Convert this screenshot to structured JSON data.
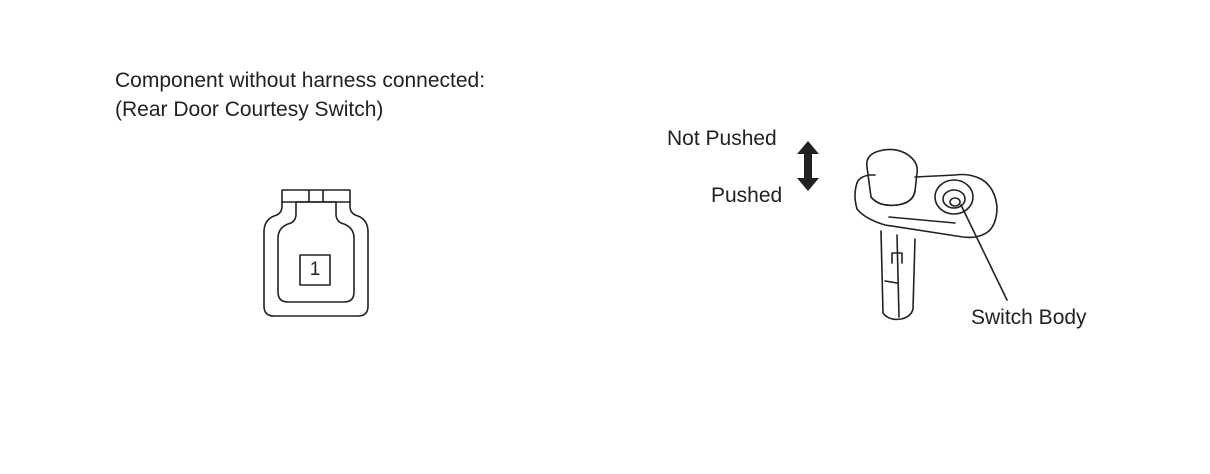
{
  "caption": {
    "line1": "Component without harness connected:",
    "line2": "(Rear Door Courtesy Switch)"
  },
  "connector": {
    "pin_number": "1"
  },
  "switch": {
    "not_pushed_label": "Not Pushed",
    "pushed_label": "Pushed",
    "body_label": "Switch Body"
  },
  "colors": {
    "line": "#222222",
    "background": "#ffffff"
  }
}
